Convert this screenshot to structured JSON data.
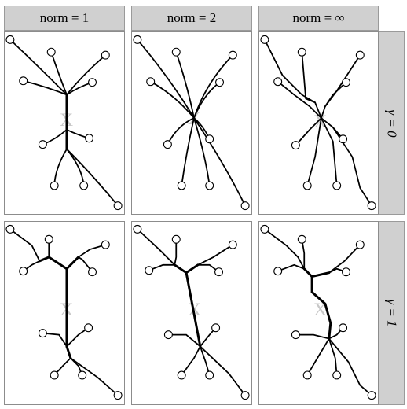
{
  "columns": [
    {
      "label": "norm = 1"
    },
    {
      "label": "norm = 2"
    },
    {
      "label": "norm = ∞"
    }
  ],
  "rows": [
    {
      "label": "γ = 0"
    },
    {
      "label": "γ = 1"
    }
  ],
  "center_mark": "X",
  "colors": {
    "header_bg": "#d0d0d0",
    "edge": "#000000",
    "mark": "#c8c8c8"
  }
}
